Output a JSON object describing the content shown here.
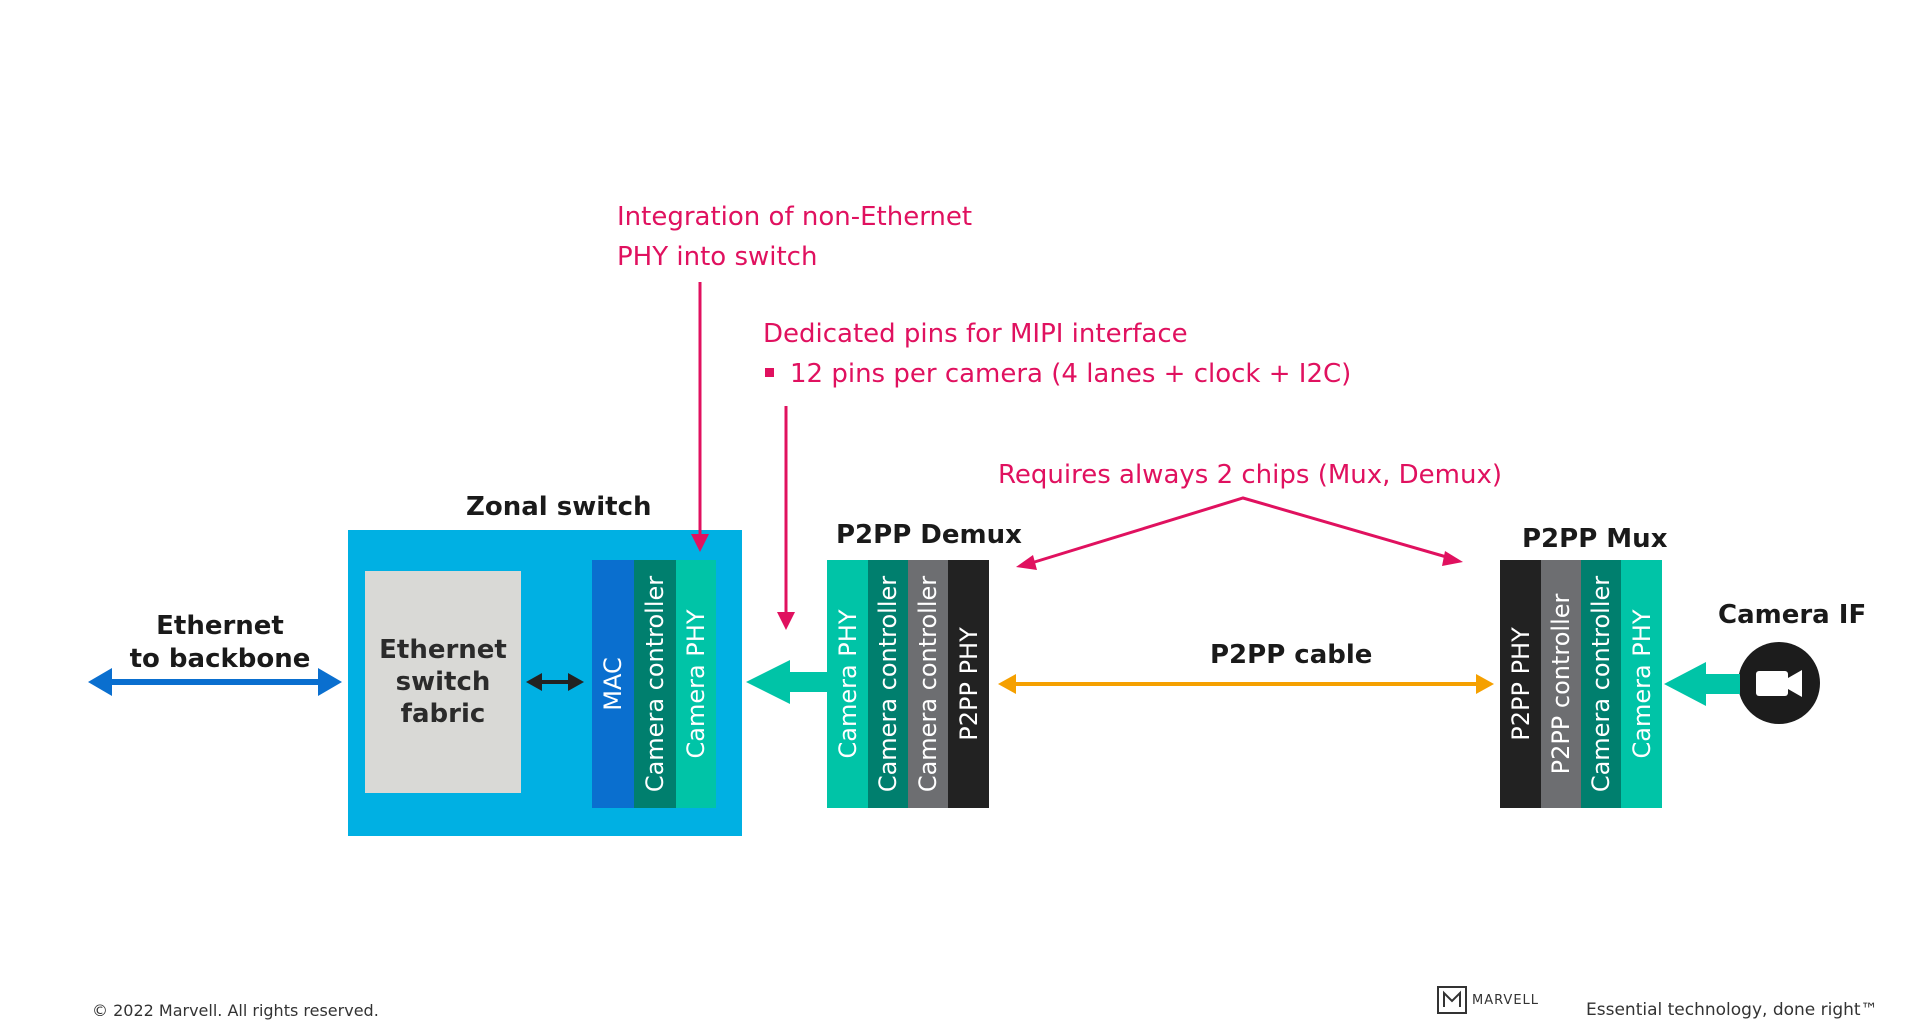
{
  "annotations": {
    "integration_line1": "Integration of non-Ethernet",
    "integration_line2": "PHY into switch",
    "pins_line1": "Dedicated pins for MIPI interface",
    "pins_bullet": "12 pins per camera (4 lanes + clock + I2C)",
    "chips_note": "Requires always 2 chips (Mux, Demux)"
  },
  "labels": {
    "ethernet_backbone_line1": "Ethernet",
    "ethernet_backbone_line2": "to backbone",
    "zonal_switch": "Zonal switch",
    "fabric": "Ethernet\nswitch\nfabric",
    "demux": "P2PP Demux",
    "mux": "P2PP Mux",
    "cable": "P2PP cable",
    "camera_if": "Camera IF"
  },
  "zonal_strips": [
    "MAC",
    "Camera controller",
    "Camera PHY"
  ],
  "demux_strips": [
    "Camera PHY",
    "Camera controller",
    "Camera controller",
    "P2PP PHY"
  ],
  "mux_strips": [
    "P2PP PHY",
    "P2PP controller",
    "Camera controller",
    "Camera PHY"
  ],
  "icons": {
    "camera": "video-camera-icon",
    "marvell_logo": "marvell-logo-icon"
  },
  "colors": {
    "accent_annotation": "#e0115f",
    "zonal_switch_bg": "#00b0e3",
    "fabric_bg": "#d9d9d6",
    "mac": "#0a6fcf",
    "camera_controller": "#007f6e",
    "camera_phy": "#00c4a7",
    "controller_gray": "#6d6e71",
    "p2pp_phy": "#222222",
    "ethernet_arrow": "#0a6fcf",
    "cable_arrow": "#f5a000",
    "teal_arrow": "#00c4a7"
  },
  "footer": {
    "copyright": "© 2022 Marvell. All rights reserved.",
    "brand": "MARVELL",
    "tagline": "Essential technology, done right™"
  }
}
